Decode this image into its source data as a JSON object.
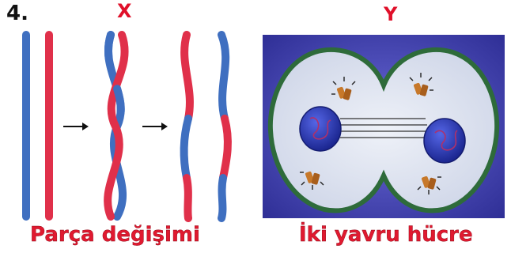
{
  "question": {
    "number": "4."
  },
  "panel_x": {
    "label": "X",
    "caption": "Parça değişimi"
  },
  "panel_y": {
    "label": "Y",
    "caption": "İki yavru hücre"
  },
  "colors": {
    "chromosome_blue": "#3f6fc0",
    "chromosome_red": "#e0304a",
    "label_red": "#e0102a",
    "cell_background": "#3f3fa8",
    "cell_fill": "#dde3ef",
    "cell_border": "#2e6b3a",
    "nucleus": "#2a3bb8"
  },
  "icons": [
    "right-arrow-icon",
    "centrosome-icon"
  ]
}
